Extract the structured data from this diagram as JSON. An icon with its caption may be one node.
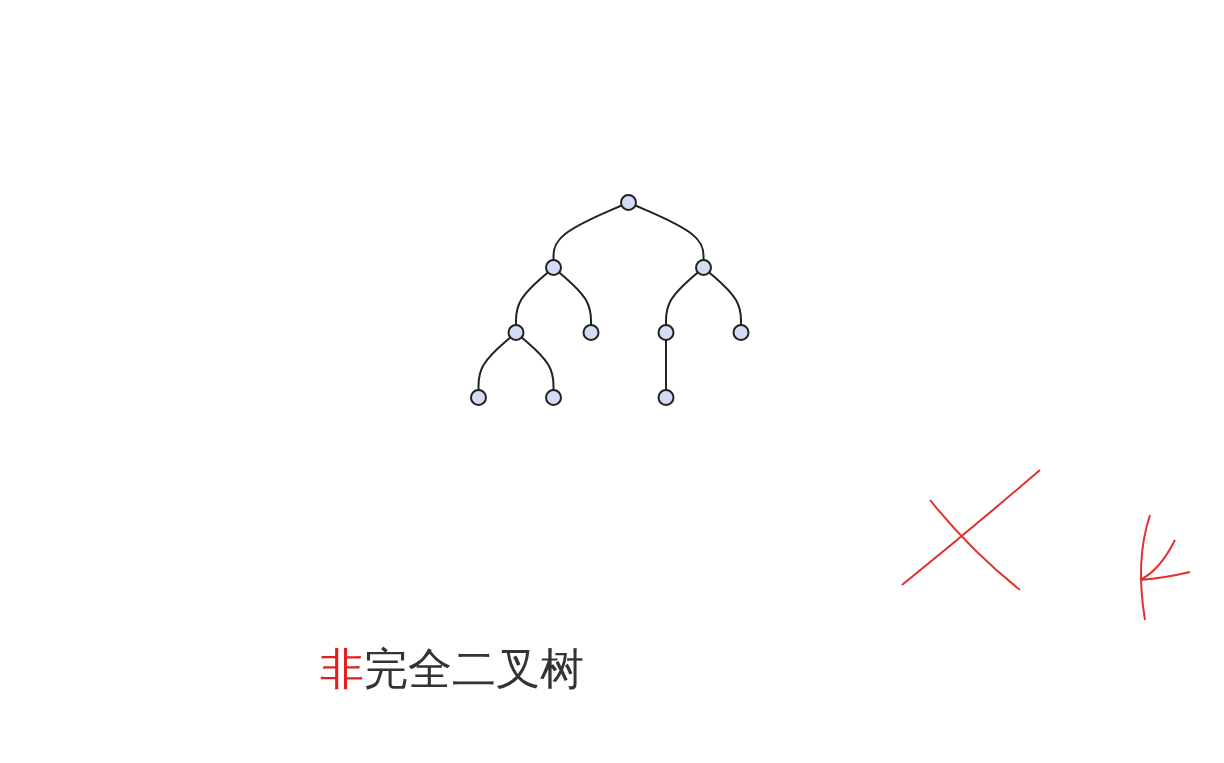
{
  "diagram": {
    "nodes": [
      {
        "text": [],
        "shape": "circle"
      },
      {
        "text": [],
        "shape": "circle"
      },
      {
        "text": [],
        "shape": "circle"
      },
      {
        "text": [],
        "shape": "circle"
      },
      {
        "text": [],
        "shape": "circle"
      },
      {
        "text": [],
        "shape": "circle"
      },
      {
        "text": [],
        "shape": "circle"
      },
      {
        "text": [],
        "shape": "circle"
      },
      {
        "text": [],
        "shape": "circle"
      },
      {
        "text": [],
        "shape": "circle"
      }
    ],
    "edges": [
      {
        "from": 0,
        "to": 1,
        "arrow": "none"
      },
      {
        "from": 0,
        "to": 2,
        "arrow": "none"
      },
      {
        "from": 1,
        "to": 3,
        "arrow": "none"
      },
      {
        "from": 1,
        "to": 4,
        "arrow": "none"
      },
      {
        "from": 2,
        "to": 5,
        "arrow": "none"
      },
      {
        "from": 2,
        "to": 6,
        "arrow": "none"
      },
      {
        "from": 3,
        "to": 7,
        "arrow": "none"
      },
      {
        "from": 3,
        "to": 8,
        "arrow": "none"
      },
      {
        "from": 5,
        "to": 9,
        "arrow": "none"
      }
    ],
    "labels": [
      "非完全二叉树"
    ]
  }
}
